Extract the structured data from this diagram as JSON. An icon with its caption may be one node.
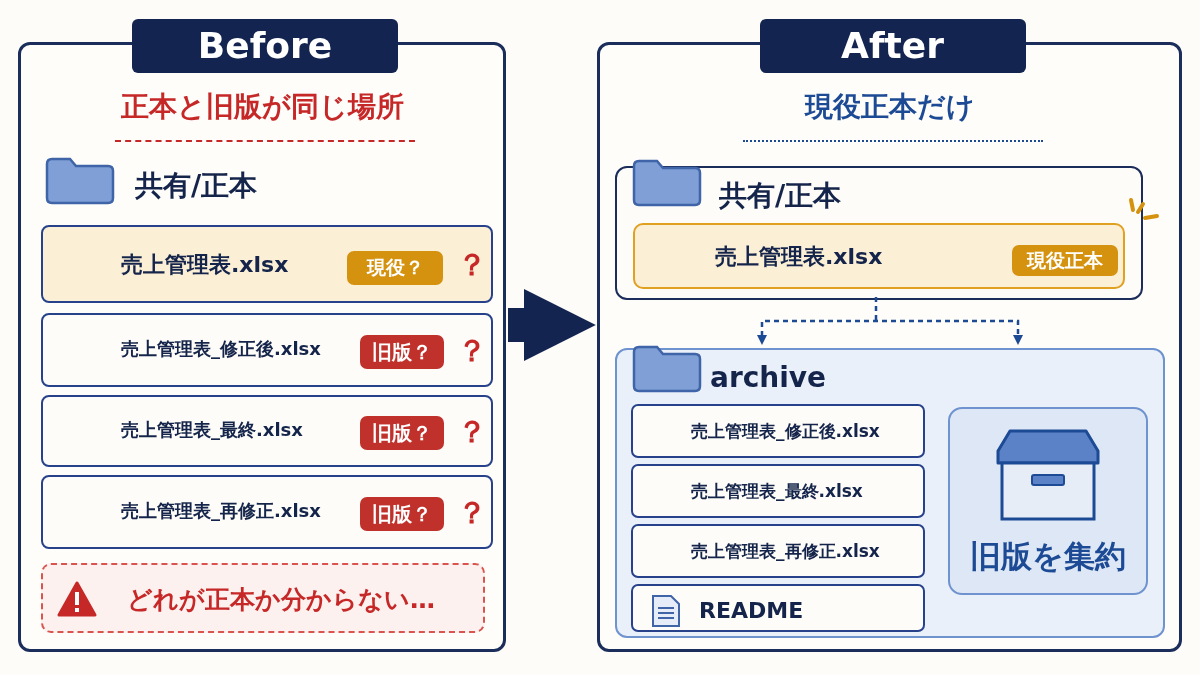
{
  "diagram": {
    "nodes": [
      {
        "text": [
          "Before",
          "正本と旧版が同じ場所"
        ]
      },
      {
        "text": [
          "売上管理表.xlsx",
          "？"
        ],
        "in": 0
      },
      {
        "text": [
          "現役？"
        ],
        "in": 1
      },
      {
        "text": [
          "売上管理表_修正後.xlsx",
          "？"
        ],
        "in": 0
      },
      {
        "text": [
          "旧版？"
        ],
        "in": 3
      },
      {
        "text": [
          "売上管理表_最終.xlsx",
          "？"
        ],
        "in": 0
      },
      {
        "text": [
          "旧版？"
        ],
        "in": 5
      },
      {
        "text": [
          "売上管理表_再修正.xlsx",
          "？"
        ],
        "in": 0
      },
      {
        "text": [
          "旧版？"
        ],
        "in": 7
      },
      {
        "text": [
          "どれが正本か分からない…"
        ],
        "in": 0
      },
      {
        "text": [
          "After",
          "現役正本だけ"
        ]
      },
      {
        "text": [
          "共有/正本"
        ],
        "in": 10
      },
      {
        "text": [
          "売上管理表.xlsx"
        ],
        "in": 11
      },
      {
        "text": [
          "現役正本"
        ],
        "in": 12
      },
      {
        "text": [
          "archive"
        ],
        "in": 10
      },
      {
        "text": [
          "売上管理表_修正後.xlsx"
        ],
        "in": 14
      },
      {
        "text": [
          "売上管理表_最終.xlsx"
        ],
        "in": 14
      },
      {
        "text": [
          "売上管理表_再修正.xlsx"
        ],
        "in": 14
      },
      {
        "text": [
          "README"
        ],
        "in": 14
      },
      {
        "text": [
          "旧版を集約"
        ],
        "in": 14
      }
    ],
    "edges": [
      {
        "from": 0,
        "to": 10,
        "arrow": "to",
        "style": "thick"
      },
      {
        "from": 11,
        "to": 14,
        "arrow": "to",
        "style": "dashed"
      }
    ],
    "labels": [
      "共有/正本"
    ]
  }
}
